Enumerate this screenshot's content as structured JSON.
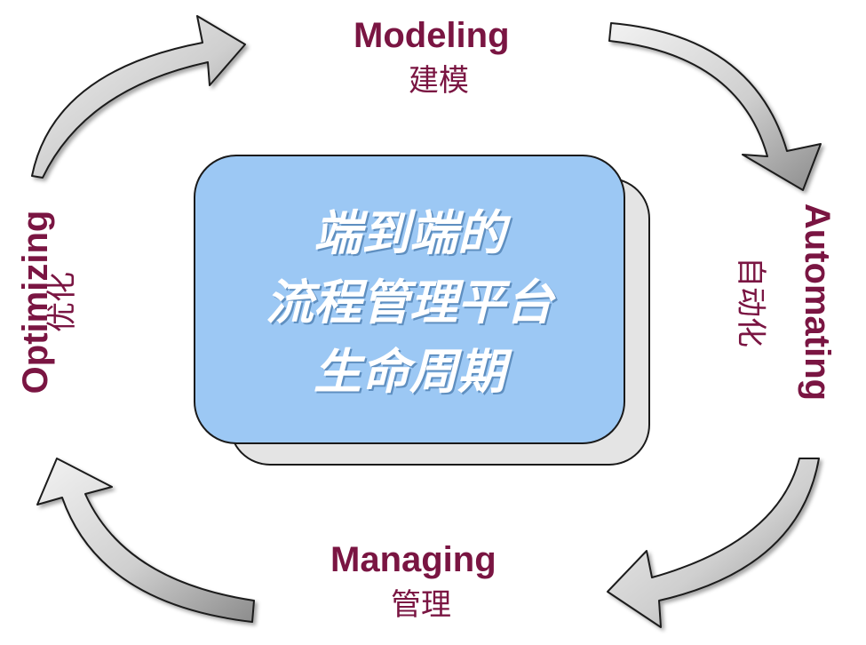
{
  "stages": {
    "top": {
      "en": "Modeling",
      "zh": "建模"
    },
    "right": {
      "en": "Automating",
      "zh": "自动化"
    },
    "bottom": {
      "en": "Managing",
      "zh": "管理"
    },
    "left": {
      "en": "Optimizing",
      "zh": "优化"
    }
  },
  "center": {
    "lines": [
      "端到端的",
      "流程管理平台",
      "生命周期"
    ]
  },
  "colors": {
    "label": "#7a1542",
    "box_fill": "#9cc8f4",
    "box_shadow": "#e4e4e4",
    "arrow_fill": "#d9d9d9",
    "outline": "#1a1a1a"
  }
}
